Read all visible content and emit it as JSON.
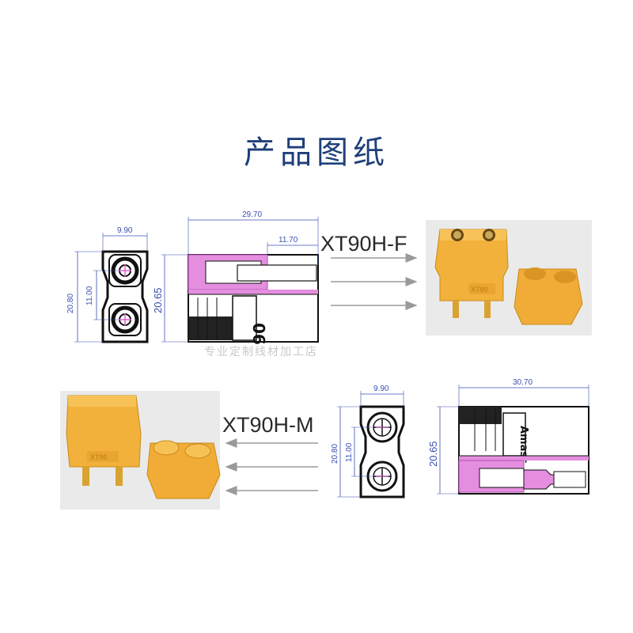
{
  "title": "产品图纸",
  "watermark": "专业定制线材加工店",
  "colors": {
    "title": "#1f3f7a",
    "dimension": "#3a4fb0",
    "housing": "#f2b13a",
    "section_fill": "#e58ee0",
    "arrow": "#9a9a9a"
  },
  "female": {
    "model": "XT90H-F",
    "front_view": {
      "width": "9.90",
      "height": "20.80",
      "pitch": "11.00"
    },
    "side_view": {
      "length": "29.70",
      "pin_depth": "11.70",
      "height": "20.65",
      "marking": "06"
    },
    "photo_marking": "XT90"
  },
  "male": {
    "model": "XT90H-M",
    "front_view": {
      "width": "9.90",
      "height": "20.80",
      "pitch": "11.00"
    },
    "side_view": {
      "length": "30.70",
      "height": "20.65",
      "marking": "Amass"
    },
    "photo_marking": "XT90"
  }
}
